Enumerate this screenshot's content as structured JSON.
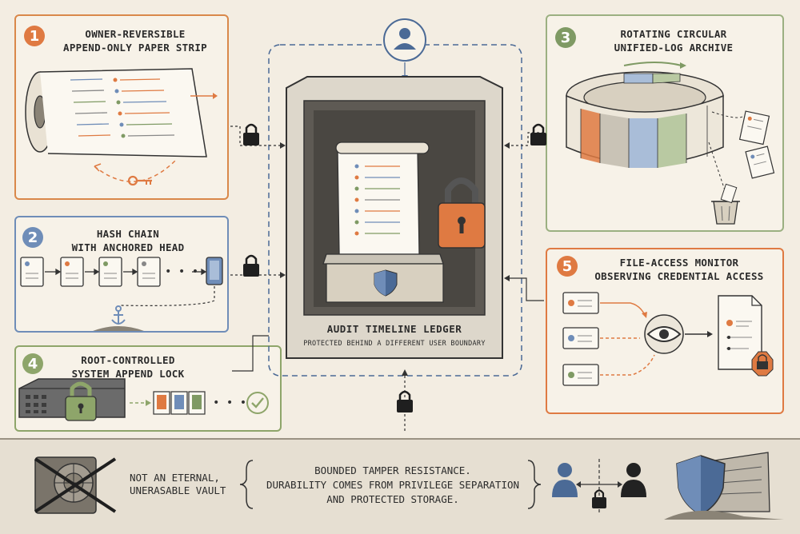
{
  "panels": {
    "p1": {
      "number": "1",
      "title_line1": "OWNER-REVERSIBLE",
      "title_line2": "APPEND-ONLY PAPER STRIP",
      "color": "#d9884a"
    },
    "p2": {
      "number": "2",
      "title_line1": "HASH CHAIN",
      "title_line2": "WITH ANCHORED HEAD",
      "color": "#6f8db8"
    },
    "p3": {
      "number": "3",
      "title_line1": "ROTATING CIRCULAR",
      "title_line2": "UNIFIED-LOG ARCHIVE",
      "color": "#7f9a64"
    },
    "p4": {
      "number": "4",
      "title_line1": "ROOT-CONTROLLED",
      "title_line2": "SYSTEM APPEND LOCK",
      "color": "#8ea56a"
    },
    "p5": {
      "number": "5",
      "title_line1": "FILE-ACCESS MONITOR",
      "title_line2": "OBSERVING CREDENTIAL ACCESS",
      "color": "#df7a42"
    }
  },
  "center": {
    "title": "AUDIT TIMELINE LEDGER",
    "subtitle": "PROTECTED BEHIND A DIFFERENT USER BOUNDARY"
  },
  "bottom": {
    "vault_line1": "NOT AN ETERNAL,",
    "vault_line2": "UNERASABLE VAULT",
    "summary_line1": "BOUNDED TAMPER RESISTANCE.",
    "summary_line2": "DURABILITY COMES FROM PRIVILEGE SEPARATION",
    "summary_line3": "AND PROTECTED STORAGE."
  },
  "colors": {
    "orange": "#df7a42",
    "blue": "#6f8db8",
    "green": "#7f9a64",
    "dark": "#2b2b2b",
    "background": "#f3ede2"
  },
  "icons": [
    "user-icon",
    "lock-icon",
    "key-icon",
    "anchor-icon",
    "eye-icon",
    "shield-icon",
    "trash-icon",
    "check-icon",
    "vault-icon",
    "paper-roll-icon",
    "server-icon"
  ]
}
